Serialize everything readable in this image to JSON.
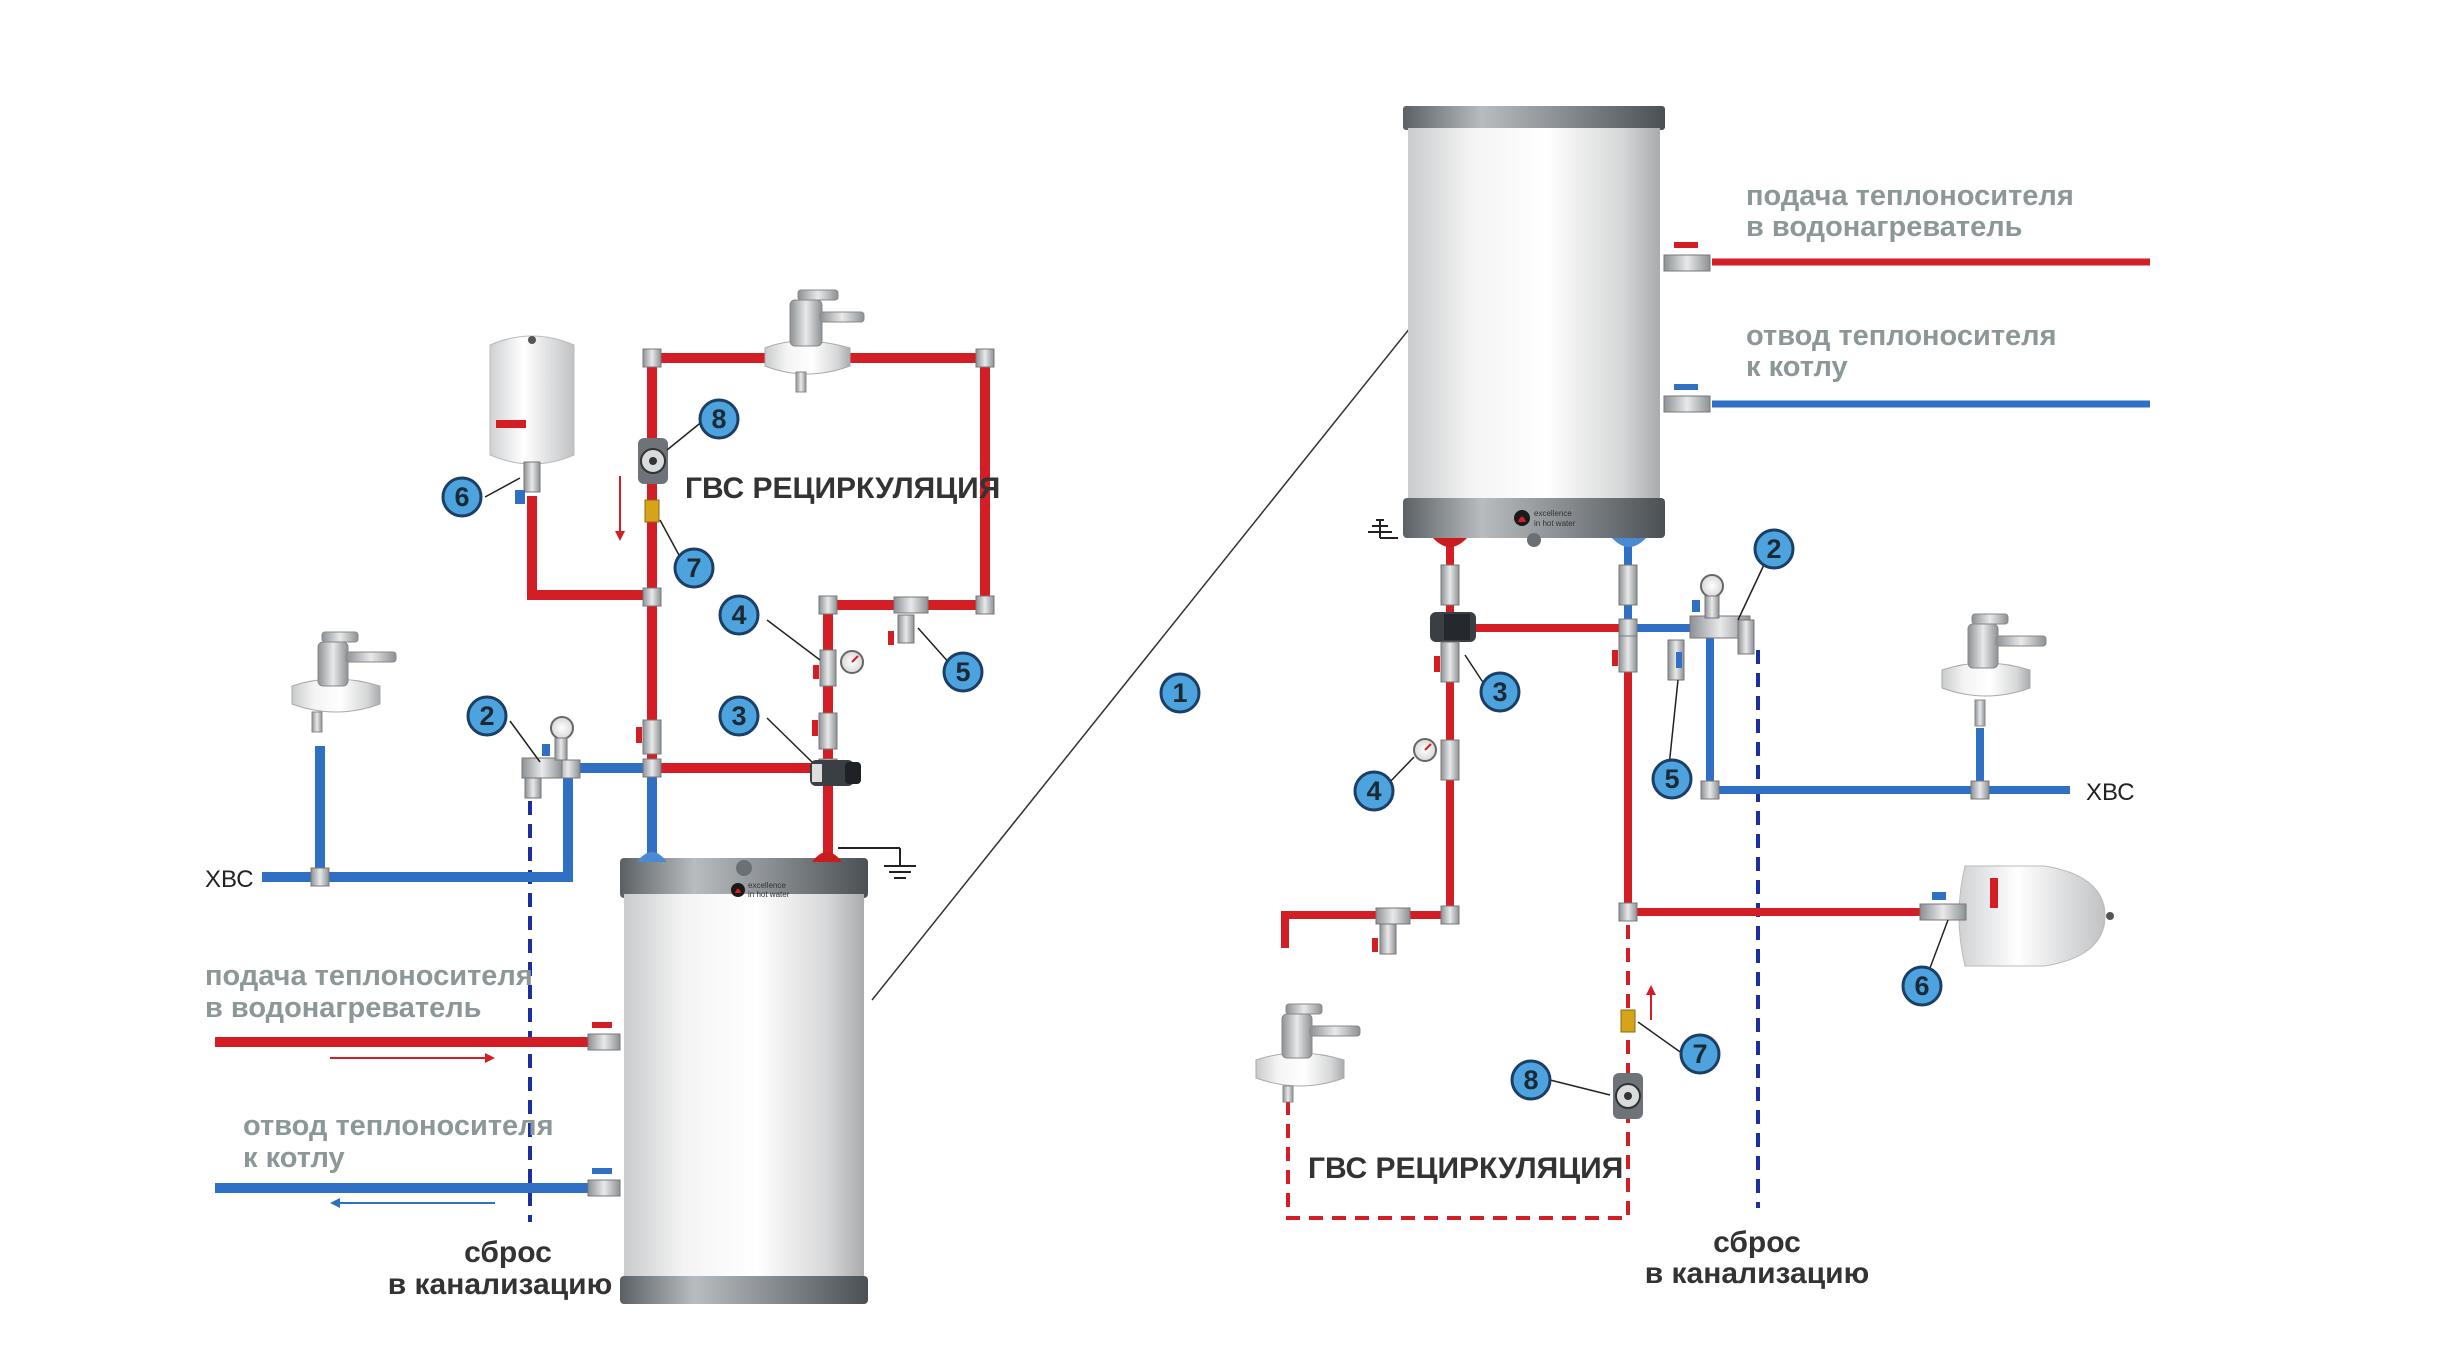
{
  "colors": {
    "hot": "#d31e25",
    "cold": "#2f6fc4",
    "drain": "#1c2fa0",
    "label_gray": "#8c9798",
    "callout_fill": "#4da3dd",
    "callout_stroke": "#1c3f66"
  },
  "icons": [
    "valve-icon",
    "faucet-icon",
    "pump-icon",
    "gauge-icon",
    "expansion-tank-icon",
    "ground-icon",
    "mixing-valve-icon",
    "check-valve-icon"
  ],
  "left": {
    "recirc_title": "ГВС РЕЦИРКУЛЯЦИЯ",
    "cold_label": "ХВС",
    "supply_label": [
      "подача теплоносителя",
      "в водонагреватель"
    ],
    "return_label": [
      "отвод теплоносителя",
      "к котлу"
    ],
    "drain_label": [
      "сброс",
      "в канализацию"
    ],
    "callouts": [
      "8",
      "6",
      "7",
      "4",
      "5",
      "2",
      "3"
    ],
    "tank_brand": [
      "excellence",
      "in hot water"
    ]
  },
  "right": {
    "recirc_title": "ГВС РЕЦИРКУЛЯЦИЯ",
    "cold_label": "ХВС",
    "supply_label": [
      "подача теплоносителя",
      "в водонагреватель"
    ],
    "return_label": [
      "отвод теплоносителя",
      "к котлу"
    ],
    "drain_label": [
      "сброс",
      "в канализацию"
    ],
    "callouts": [
      "2",
      "3",
      "4",
      "5",
      "6",
      "7",
      "8"
    ],
    "tank_brand": [
      "excellence",
      "in hot water"
    ]
  },
  "center_callout": "1"
}
